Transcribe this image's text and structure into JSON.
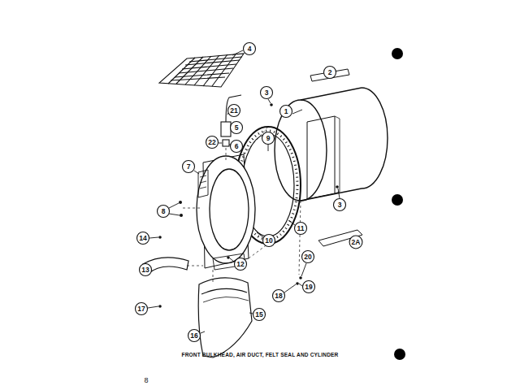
{
  "diagram": {
    "caption": "FRONT BULKHEAD, AIR DUCT, FELT SEAL AND CYLINDER",
    "labels": [
      "4",
      "2",
      "21",
      "3",
      "1",
      "5",
      "22",
      "6",
      "9",
      "7",
      "8",
      "14",
      "3",
      "11",
      "10",
      "2A",
      "12",
      "13",
      "20",
      "18",
      "19",
      "17",
      "16",
      "15",
      "8"
    ]
  }
}
